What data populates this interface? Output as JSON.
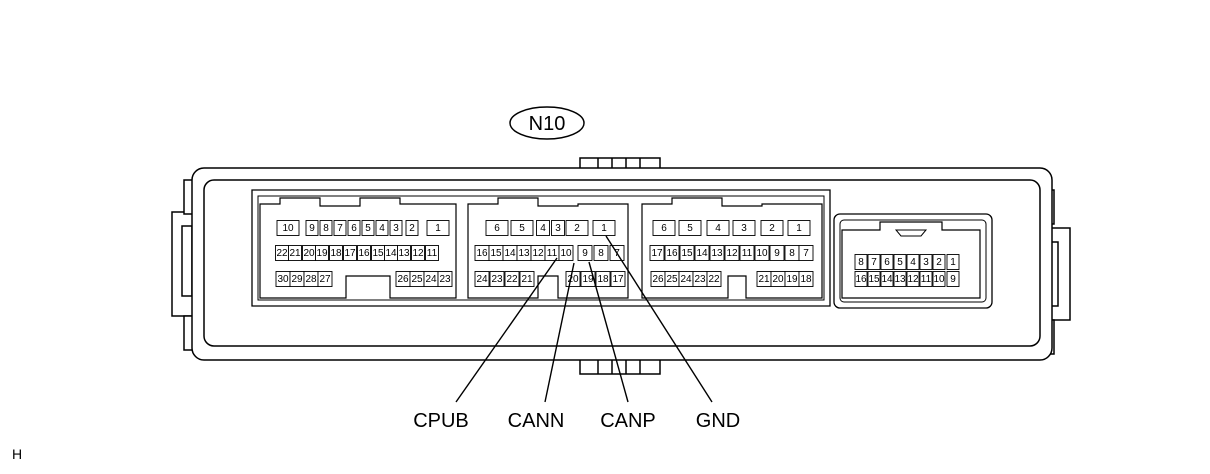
{
  "connector_id": "N10",
  "corner_mark": "H",
  "blocks": [
    {
      "name": "block-a",
      "rows": [
        [
          "10",
          "9",
          "8",
          "7",
          "6",
          "5",
          "4",
          "3",
          "2",
          "1"
        ],
        [
          "22",
          "21",
          "20",
          "19",
          "18",
          "17",
          "16",
          "15",
          "14",
          "13",
          "12",
          "11"
        ],
        [
          "30",
          "29",
          "28",
          "27",
          "26",
          "25",
          "24",
          "23"
        ]
      ]
    },
    {
      "name": "block-b",
      "rows": [
        [
          "6",
          "5",
          "4",
          "3",
          "2",
          "1"
        ],
        [
          "16",
          "15",
          "14",
          "13",
          "12",
          "11",
          "10",
          "9",
          "8",
          "7"
        ],
        [
          "24",
          "23",
          "22",
          "21",
          "20",
          "19",
          "18",
          "17"
        ]
      ]
    },
    {
      "name": "block-c",
      "rows": [
        [
          "6",
          "5",
          "4",
          "3",
          "2",
          "1"
        ],
        [
          "17",
          "16",
          "15",
          "14",
          "13",
          "12",
          "11",
          "10",
          "9",
          "8",
          "7"
        ],
        [
          "26",
          "25",
          "24",
          "23",
          "22",
          "21",
          "20",
          "19",
          "18"
        ]
      ]
    },
    {
      "name": "block-d",
      "rows": [
        [
          "8",
          "7",
          "6",
          "5",
          "4",
          "3",
          "2",
          "1"
        ],
        [
          "16",
          "15",
          "14",
          "13",
          "12",
          "11",
          "10",
          "9"
        ]
      ]
    }
  ],
  "callouts": [
    "CPUB",
    "CANN",
    "CANP",
    "GND"
  ]
}
